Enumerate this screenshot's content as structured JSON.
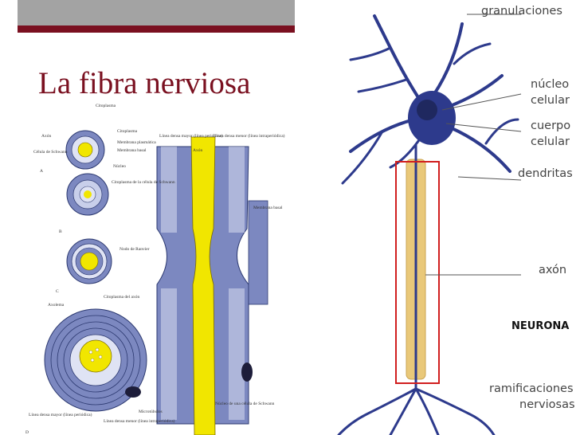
{
  "slide": {
    "title": "La fibra nerviosa"
  },
  "left_figure": {
    "labels": {
      "top": "Citoplasma",
      "axon": "Axón",
      "schwann_cell": "Célula de Schwann",
      "axoplasm": "Citoplasma",
      "plasma_membrane": "Membrana plasmática",
      "basal_membrane": "Membrana basal",
      "nucleus": "Núcleo",
      "a": "A",
      "cytoplasm_schwann": "Citoplasma de la célula de Schwann",
      "b": "B",
      "ranvier": "Nodo de Ranvier",
      "c": "C",
      "axolemma": "Axolema",
      "axon_cytoplasm": "Citoplasma del axón",
      "major_dense": "Línea densa mayor (línea periódica)",
      "minor_dense": "Línea densa menor (línea intraperiódica)",
      "axon_center": "Axón",
      "basal_membrane_right": "Membrana basal",
      "microtubules": "Microtúbulos",
      "schwann_nucleus": "Núcleo de una célula de Schwann",
      "major_dense_bottom": "Línea densa mayor (línea periódica)",
      "minor_dense_bottom": "Línea densa menor (línea intraperiódica)",
      "d": "D"
    }
  },
  "right_figure": {
    "labels": {
      "granulaciones": "granulaciones",
      "nucleo1": "núcleo",
      "nucleo2": "celular",
      "cuerpo1": "cuerpo",
      "cuerpo2": "celular",
      "dendritas": "dendritas",
      "axon": "axón",
      "neurona": "NEURONA",
      "ramificaciones1": "ramificaciones",
      "ramificaciones2": "nerviosas"
    }
  },
  "colors": {
    "title": "#7a1020",
    "myelin": "#e9c879",
    "neuron_blue": "#2d3a8c",
    "highlight_box": "#d11e1e",
    "fiber_yellow": "#f1e600",
    "lamella_blue": "#7c88c0"
  }
}
